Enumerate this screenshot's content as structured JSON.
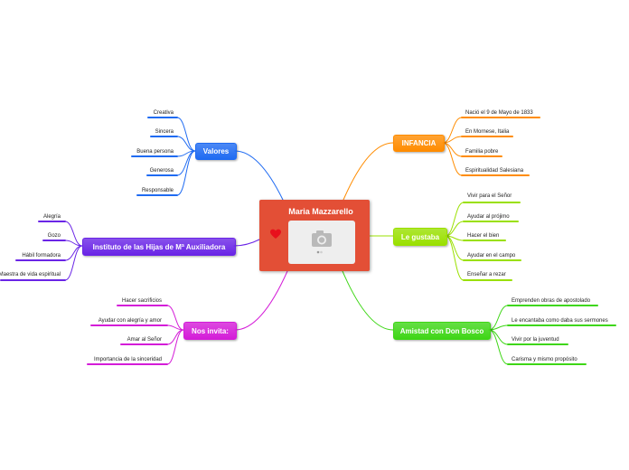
{
  "central": {
    "title": "Maria Mazzarello",
    "icon": "heart-icon",
    "image": "camera-icon"
  },
  "branches": [
    {
      "key": "valores",
      "label": "Valores",
      "color": "#1f6bf2",
      "children": [
        "Creativa",
        "Sincera",
        "Buena persona",
        "Generosa",
        "Responsable"
      ]
    },
    {
      "key": "instituto",
      "label": "Instituto de las Hijas de Mª Auxiliadora",
      "color": "#6a25e6",
      "children": [
        "Alegría",
        "Gozo",
        "Hábil formadora",
        "Maestra de vida espiritual"
      ]
    },
    {
      "key": "nos-invita",
      "label": "Nos invita:",
      "color": "#d41cd8",
      "children": [
        "Hacer sacrificios",
        "Ayudar con alegría y amor",
        "Amar al Señor",
        "Importancia de la sinceridad"
      ]
    },
    {
      "key": "infancia",
      "label": "INFANCIA",
      "color": "#ff8c00",
      "children": [
        "Nació el 9 de Mayo de 1833",
        "En Mornese, Italia",
        "Familia pobre",
        "Espiritualidad Salesiana"
      ]
    },
    {
      "key": "le-gustaba",
      "label": "Le gustaba",
      "color": "#9ae000",
      "children": [
        "Vivir para el Señor",
        "Ayudar al prójimo",
        "Hacer el bien",
        "Ayudar en el campo",
        "Enseñar a rezar"
      ]
    },
    {
      "key": "amistad",
      "label": "Amistad con Don Bosco",
      "color": "#3ed616",
      "children": [
        "Emprenden obras de apostolado",
        "Le encantaba como daba sus sermones",
        "Vivir por la juventud",
        "Carisma y mismo propósito"
      ]
    }
  ]
}
